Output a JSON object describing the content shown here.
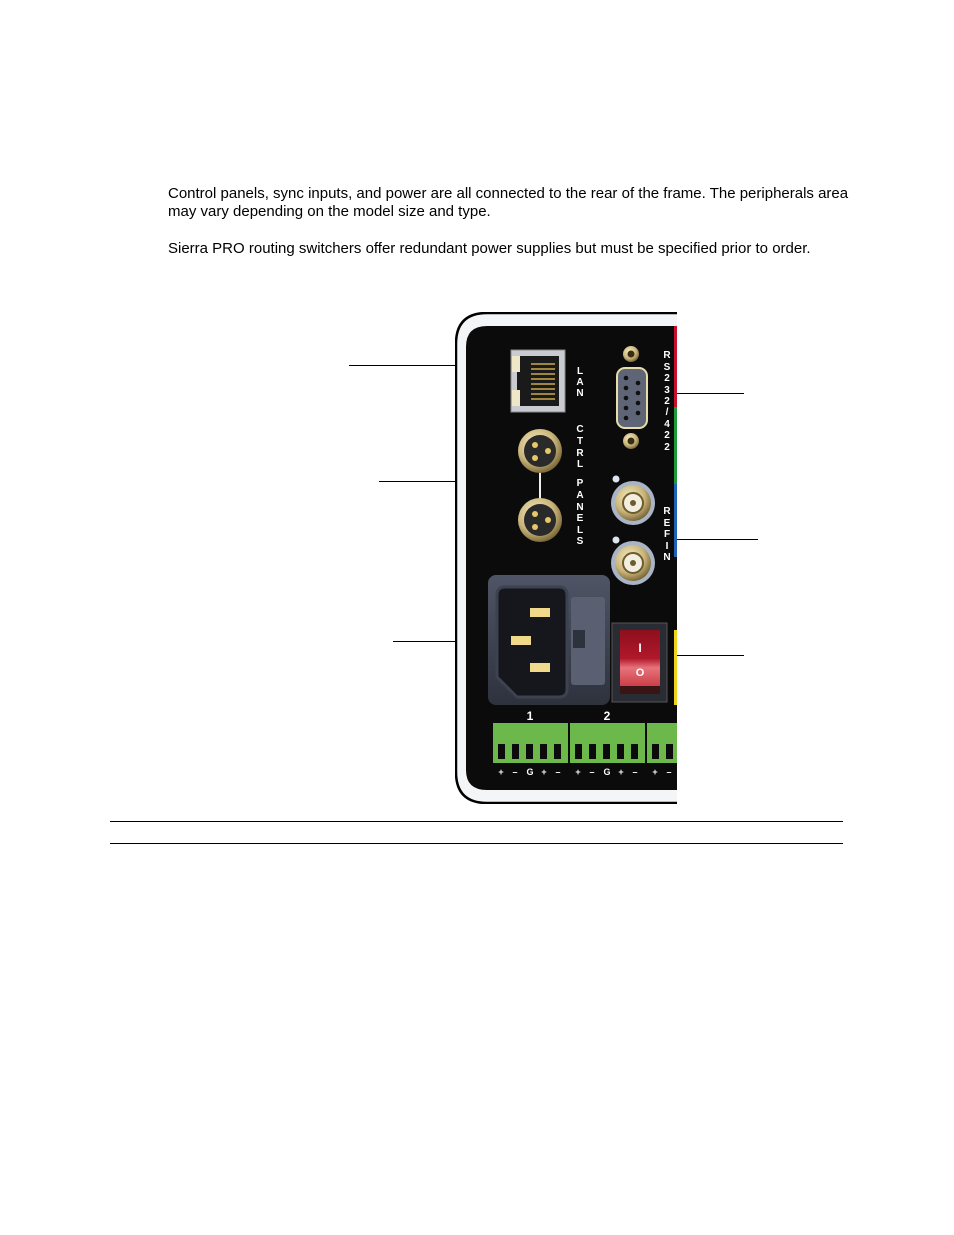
{
  "body": {
    "paragraphs": [
      "Control panels, sync inputs, and power are all connected to the rear of the frame. The peripherals area may vary depending on the model size and type.",
      "Sierra PRO routing switchers offer redundant power supplies but must be specified prior to order."
    ]
  },
  "figure": {
    "panel_labels": {
      "lan": [
        "L",
        "A",
        "N"
      ],
      "ctrl": [
        "C",
        "T",
        "R",
        "L"
      ],
      "panels": [
        "P",
        "A",
        "N",
        "E",
        "L",
        "S"
      ],
      "rs232": [
        "R",
        "S",
        "2",
        "3",
        "2",
        "/",
        "4",
        "2",
        "2"
      ],
      "refin": [
        "R",
        "E",
        "F",
        "I",
        "N"
      ],
      "switch_on": "I",
      "switch_off": "O",
      "terminal_1": "1",
      "terminal_2": "2",
      "pins": [
        "+",
        "–",
        "G",
        "+",
        "–",
        "+",
        "–",
        "G",
        "+",
        "–",
        "+",
        "–"
      ]
    },
    "colors": {
      "panel": "#0b0b0b",
      "strip_red": "#c8102e",
      "strip_green": "#1f9a3a",
      "strip_blue": "#1f63b5",
      "strip_yellow": "#f2d21a",
      "terminal_green": "#6cb84a",
      "switch_red": "#b0182a"
    }
  }
}
